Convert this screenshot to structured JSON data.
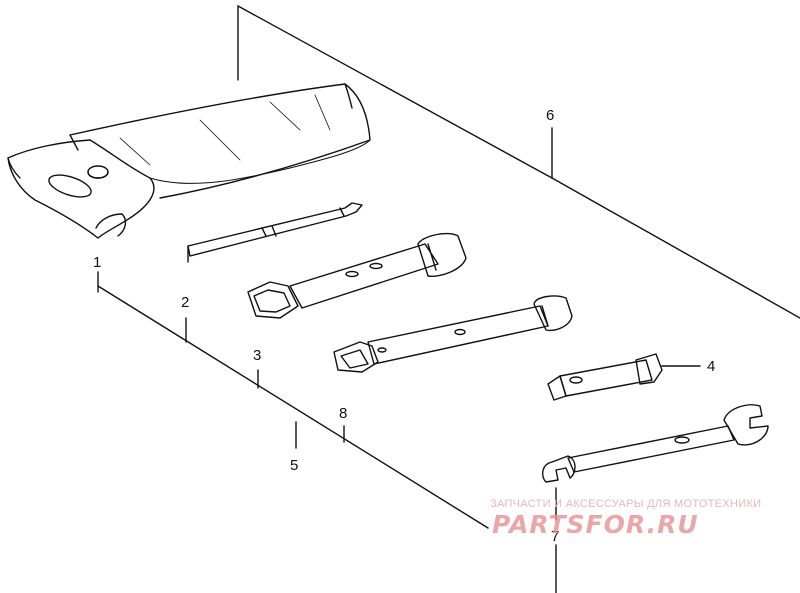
{
  "callouts": [
    {
      "id": "1",
      "text": "1"
    },
    {
      "id": "2",
      "text": "2"
    },
    {
      "id": "3",
      "text": "3"
    },
    {
      "id": "4",
      "text": "4"
    },
    {
      "id": "5",
      "text": "5"
    },
    {
      "id": "6",
      "text": "6"
    },
    {
      "id": "7",
      "text": "7"
    },
    {
      "id": "8",
      "text": "8"
    }
  ],
  "watermark": {
    "subtitle": "ЗАПЧАСТИ И АКСЕССУАРЫ ДЛЯ МОТОТЕХНИКИ",
    "logo": "PARTSFOR.RU",
    "color": "#e89898"
  },
  "parts": [
    {
      "callout": "1",
      "icon": "tool-bag-icon"
    },
    {
      "callout": "2",
      "icon": "screwdriver-icon"
    },
    {
      "callout": "3",
      "icon": "box-wrench-icon"
    },
    {
      "callout": "4",
      "icon": "short-box-wrench-icon"
    },
    {
      "callout": "7",
      "icon": "open-end-wrench-icon"
    },
    {
      "callout": "8",
      "icon": "box-wrench-icon"
    }
  ]
}
